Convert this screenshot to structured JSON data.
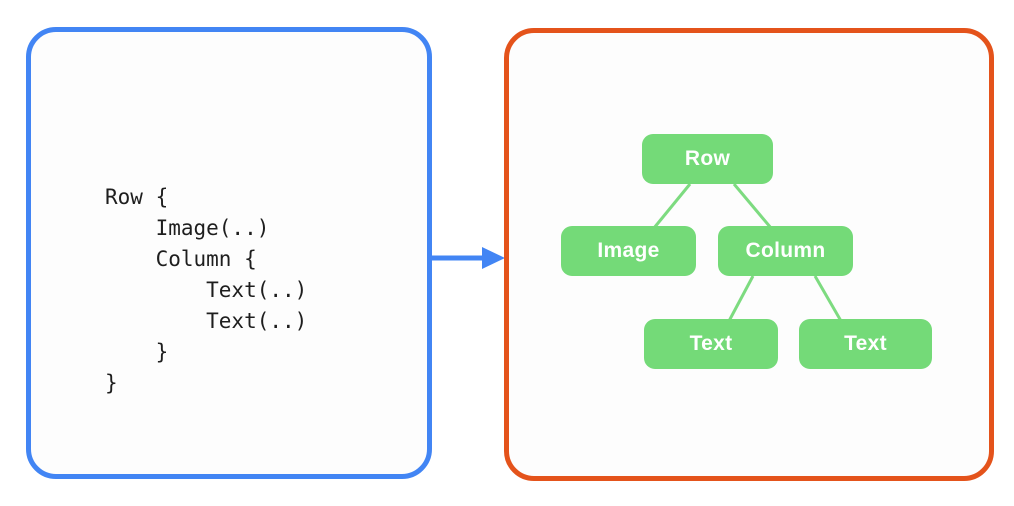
{
  "diagram": {
    "code_panel": {
      "lines": [
        "Row {",
        "    Image(..)",
        "    Column {",
        "        Text(..)",
        "        Text(..)",
        "    }",
        "}"
      ]
    },
    "tree_panel": {
      "nodes": [
        {
          "id": "row",
          "label": "Row"
        },
        {
          "id": "image",
          "label": "Image"
        },
        {
          "id": "column",
          "label": "Column"
        },
        {
          "id": "text1",
          "label": "Text"
        },
        {
          "id": "text2",
          "label": "Text"
        }
      ],
      "edges": [
        [
          "row",
          "image"
        ],
        [
          "row",
          "column"
        ],
        [
          "column",
          "text1"
        ],
        [
          "column",
          "text2"
        ]
      ]
    },
    "arrow": {
      "direction": "right"
    },
    "colors": {
      "code_panel_border": "#4285F4",
      "tree_panel_border": "#E4531B",
      "node_fill": "#74DA78",
      "edge_stroke": "#7DDB80",
      "node_text": "#FFFFFF",
      "code_text": "#1E1E1E",
      "arrow": "#4285F4"
    }
  }
}
